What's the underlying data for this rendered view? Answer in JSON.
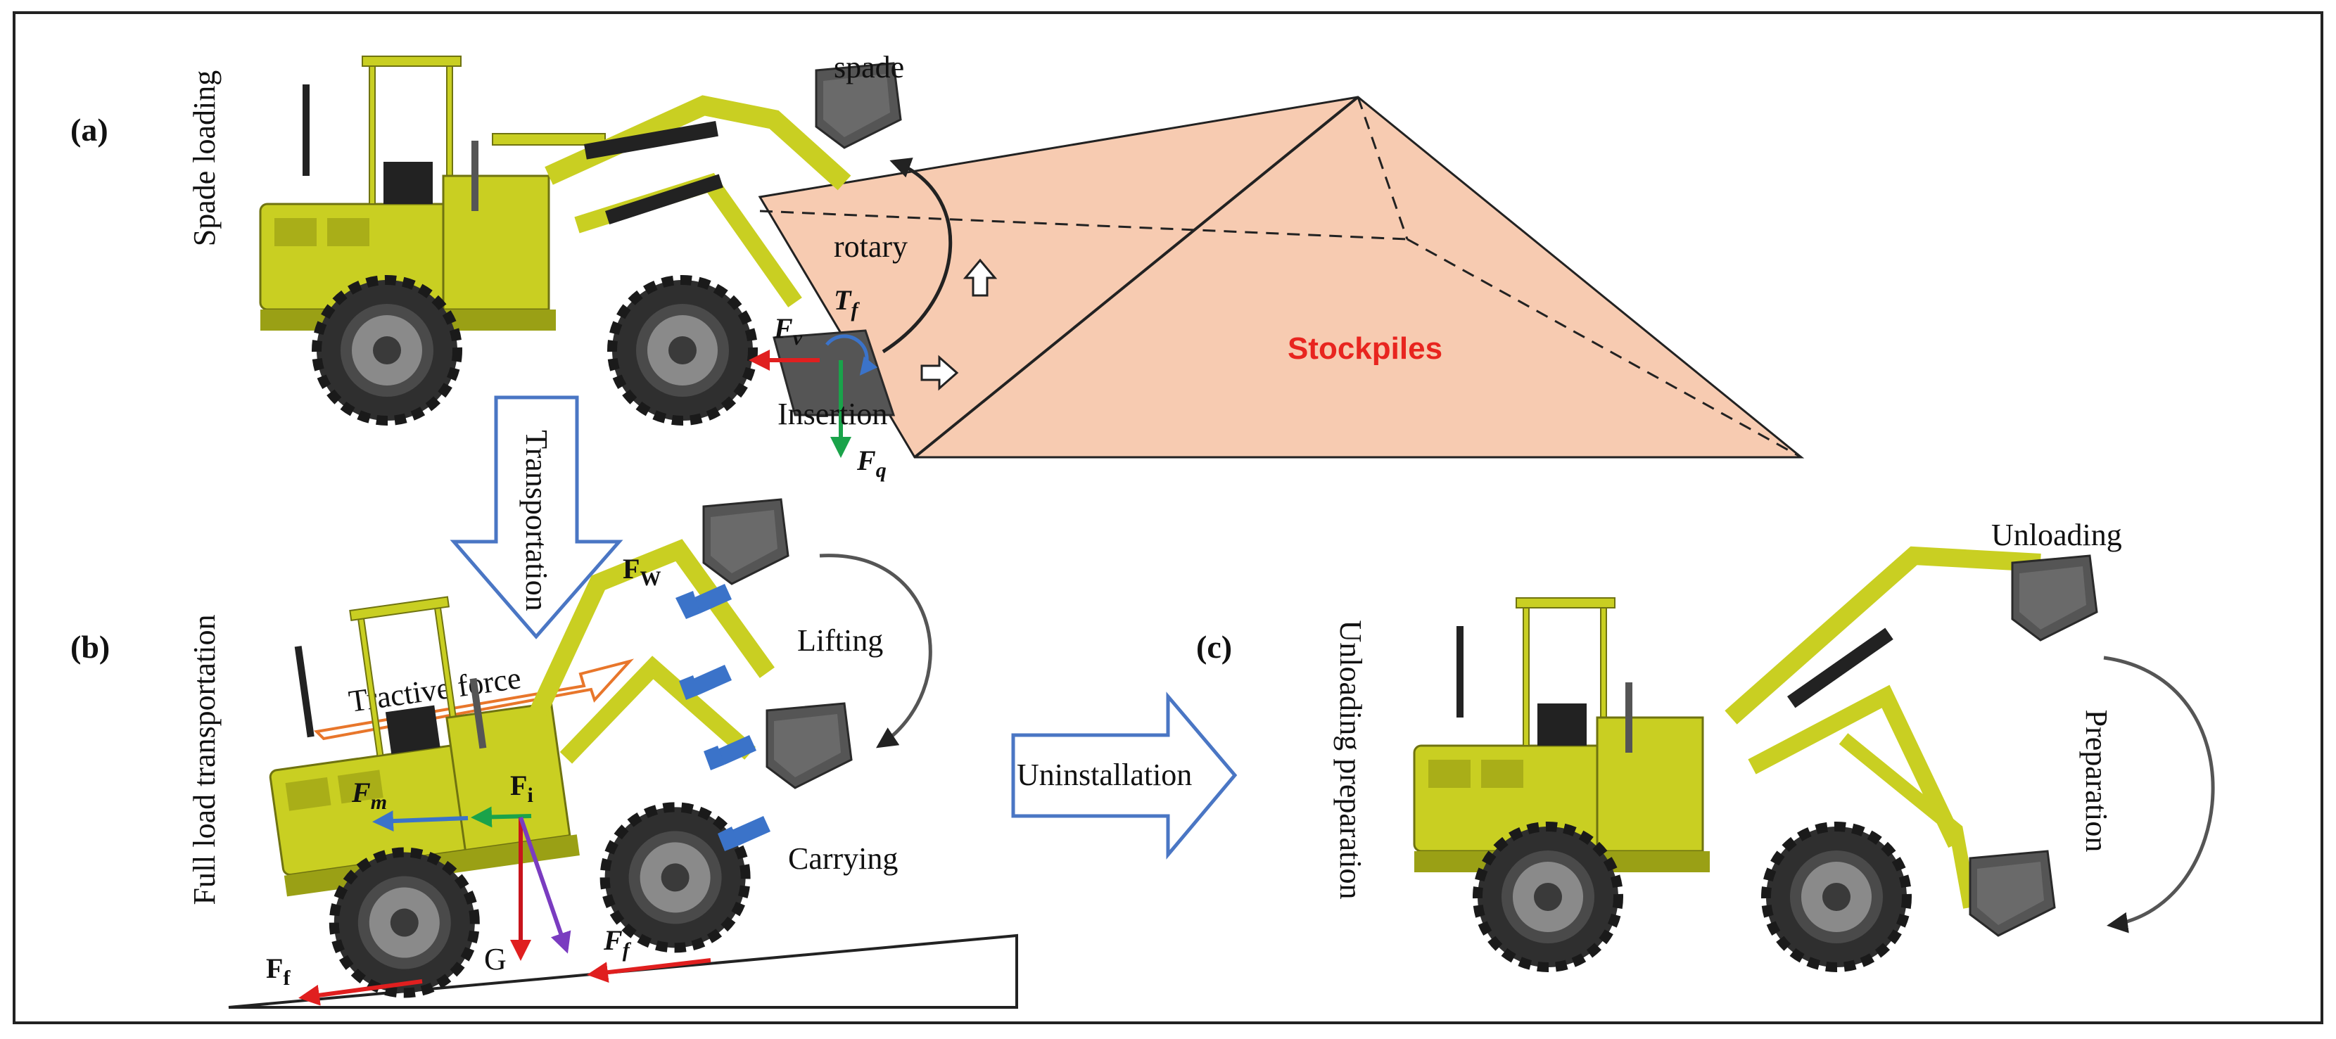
{
  "panels": {
    "a": "(a)",
    "b": "(b)",
    "c": "(c)"
  },
  "stages": {
    "spade_loading": "Spade loading",
    "full_load": "Full load transportation",
    "unloading_prep": "Unloading preparation"
  },
  "labels": {
    "spade": "spade",
    "rotary": "rotary",
    "insertion": "Insertion",
    "stockpiles": "Stockpiles",
    "transportation": "Transportation",
    "tractive_force": "Tractive force",
    "lifting": "Lifting",
    "carrying": "Carrying",
    "uninstallation": "Uninstallation",
    "unloading": "Unloading",
    "preparation": "Preparation"
  },
  "forces": {
    "Fv": "F",
    "Fv_sub": "v",
    "Tf": "T",
    "Tf_sub": "f",
    "Fq": "F",
    "Fq_sub": "q",
    "Fw": "F",
    "Fw_sub": "W",
    "Fm": "F",
    "Fm_sub": "m",
    "Fi": "F",
    "Fi_sub": "i",
    "G": "G",
    "Ff1": "F",
    "Ff1_sub": "f",
    "Ff2": "F",
    "Ff2_sub": "f"
  },
  "colors": {
    "loader_body": "#c9cf22",
    "loader_dark": "#8f9410",
    "tire": "#3a3a3a",
    "bucket": "#555555",
    "stockpile_fill": "#f7cbb1",
    "arrow_outline": "#4a76c4",
    "tractive_outline": "#e8762b",
    "force_red": "#e01f1f",
    "force_green": "#1aa34a",
    "force_blue": "#3b73c9",
    "force_purple": "#7a3cc0",
    "stock_text": "#e8251f"
  }
}
